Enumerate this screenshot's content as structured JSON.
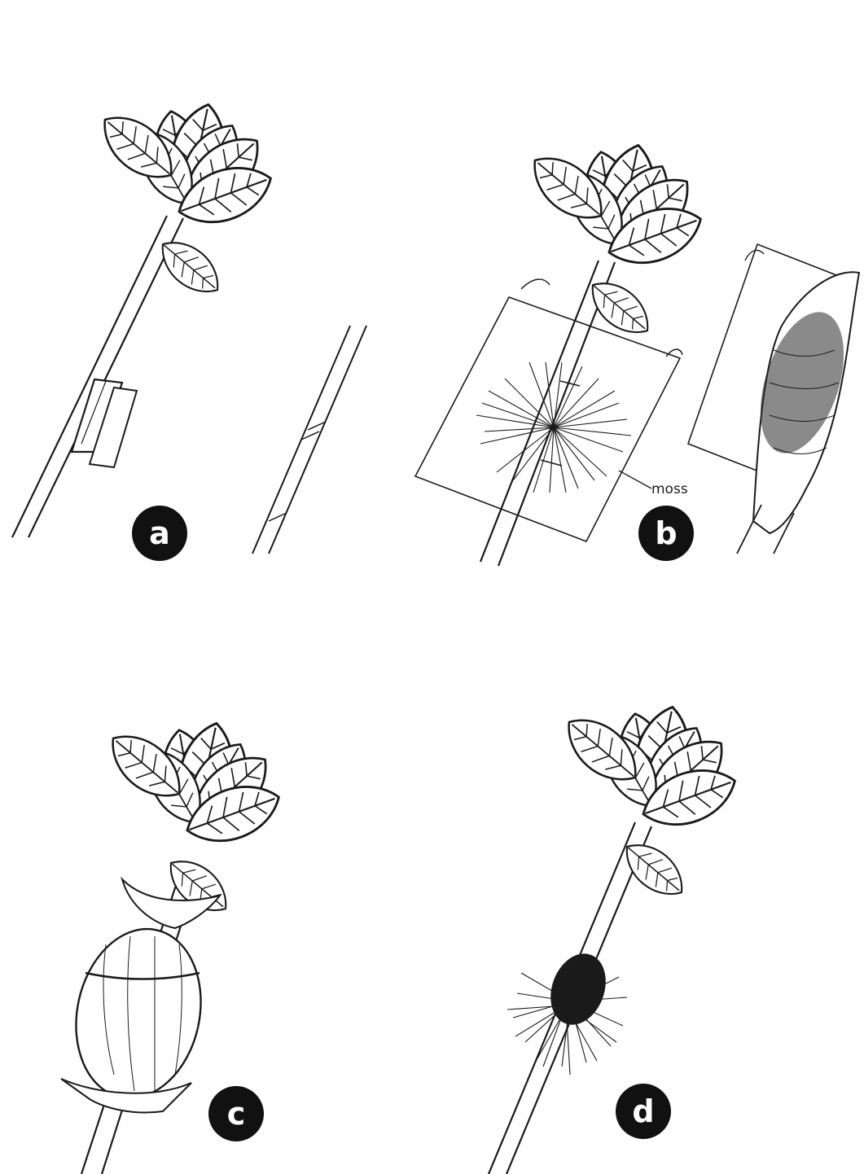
{
  "figure": {
    "panels": [
      {
        "id": "a",
        "label": "a",
        "steps": [
          "bark-ring-removal",
          "stripped-stem"
        ]
      },
      {
        "id": "b",
        "label": "b",
        "annotation": "moss",
        "steps": [
          "moss-on-sheet",
          "moss-wrapped"
        ]
      },
      {
        "id": "c",
        "label": "c",
        "steps": [
          "wrapped-ball"
        ]
      },
      {
        "id": "d",
        "label": "d",
        "steps": [
          "rooted-cutting"
        ]
      }
    ]
  },
  "colors": {
    "ink": "#1a1a1a",
    "paper": "#ffffff",
    "badge": "#111111",
    "badge_text": "#ffffff"
  }
}
